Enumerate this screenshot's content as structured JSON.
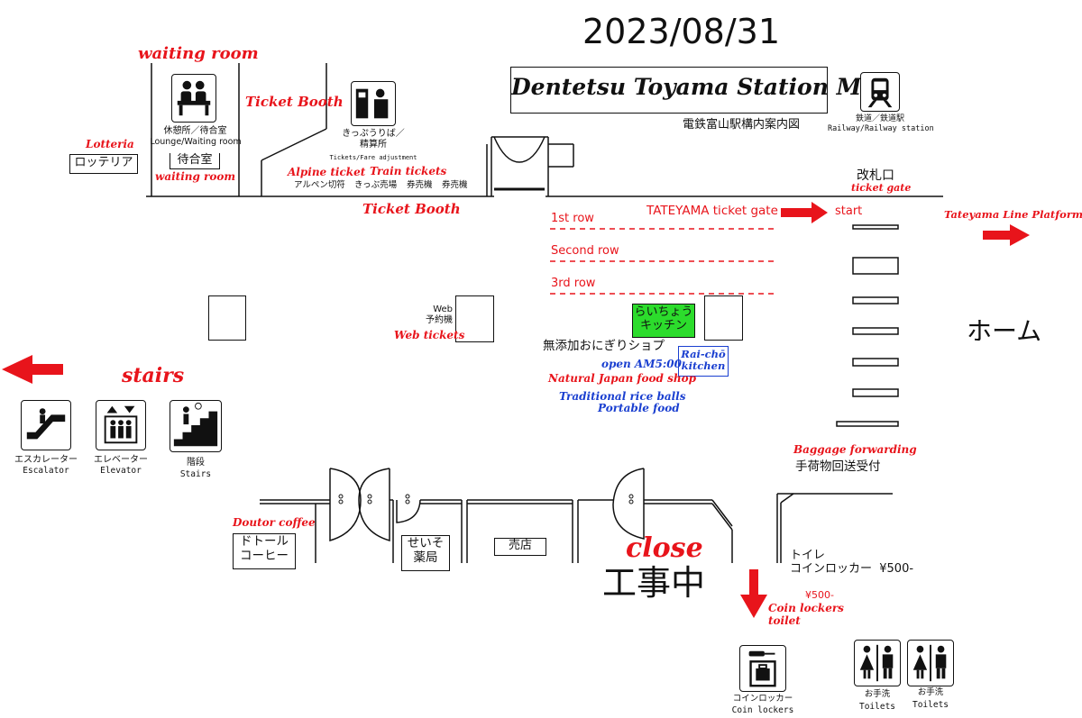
{
  "date": "2023/08/31",
  "title": {
    "en": "Dentetsu Toyama Station Map",
    "ja": "電鉄富山駅構内案内図"
  },
  "colors": {
    "red": "#e8141b",
    "blue": "#1a3fd0",
    "green": "#2cdc2c",
    "line": "#111111"
  },
  "facilities": {
    "waiting_room": {
      "annotation": "waiting room",
      "icon": "waiting-room-icon",
      "label_ja": "休憩所／待合室",
      "label_en": "Lounge/Waiting room",
      "sign": "待合室",
      "sign_annotation": "waiting room"
    },
    "lotteria": {
      "annotation": "Lotteria",
      "sign": "ロッテリア"
    },
    "ticket_booth_top": {
      "annotation": "Ticket Booth"
    },
    "fare_adjustment": {
      "icon": "fare-adjustment-icon",
      "label_ja": "きっぷうりば／\n精算所",
      "label_en": "Tickets/Fare adjustment"
    },
    "counters": {
      "alpine_annotation": "Alpine ticket",
      "train_annotation": "Train tickets",
      "items": [
        "アルペン切符",
        "きっぷ売場",
        "券売機",
        "券売機"
      ]
    },
    "ticket_booth_bottom": {
      "annotation": "Ticket Booth"
    },
    "railway_station": {
      "icon": "train-icon",
      "label_ja": "鉄道／鉄道駅",
      "label_en": "Railway/Railway station"
    },
    "ticket_gate": {
      "label_ja": "改札口",
      "annotation": "ticket gate"
    },
    "queue": {
      "gate_label": "TATEYAMA ticket gate",
      "start_label": "start",
      "rows": [
        "1st row",
        "Second row",
        "3rd row"
      ]
    },
    "platform": {
      "annotation": "Tateyama Line Platform",
      "label_ja": "ホーム"
    },
    "web_booking": {
      "label": "Web\n予約機",
      "annotation": "Web tickets"
    },
    "raicho_kitchen": {
      "sign": "らいちょう\nキッチン",
      "annotation": "Rai-chō\nkitchen"
    },
    "onigiri_shop": {
      "name_ja": "無添加おにぎりショプ",
      "open": "open AM5:00",
      "annotation": "Natural Japan food shop",
      "desc1": "Traditional rice balls",
      "desc2": "Portable food"
    },
    "stairs_area": {
      "annotation": "stairs",
      "escalator": {
        "icon": "escalator-icon",
        "label_ja": "エスカレーター",
        "label_en": "Escalator"
      },
      "elevator": {
        "icon": "elevator-icon",
        "label_ja": "エレベーター",
        "label_en": "Elevator"
      },
      "stairs": {
        "icon": "stairs-icon",
        "label_ja": "階段",
        "label_en": "Stairs"
      }
    },
    "baggage": {
      "annotation": "Baggage forwarding",
      "label_ja": "手荷物回送受付"
    },
    "doutor": {
      "annotation": "Doutor coffee",
      "sign": "ドトール\nコーヒー"
    },
    "seiso": {
      "sign": "せいそ\n薬局"
    },
    "kiosk": {
      "sign": "売店"
    },
    "construction": {
      "annotation": "close",
      "label_ja": "工事中"
    },
    "toilet_lockers": {
      "label_ja": "トイレ\nコインロッカー  ¥500-",
      "price": "¥500-",
      "annotation": "Coin lockers\ntoilet"
    },
    "coin_lockers": {
      "icon": "coin-locker-icon",
      "label_ja": "コインロッカー",
      "label_en": "Coin lockers"
    },
    "toilets": [
      {
        "icon": "toilet-icon",
        "label_ja": "お手洗",
        "label_en": "Toilets"
      },
      {
        "icon": "toilet-icon",
        "label_ja": "お手洗",
        "label_en": "Toilets"
      }
    ]
  }
}
